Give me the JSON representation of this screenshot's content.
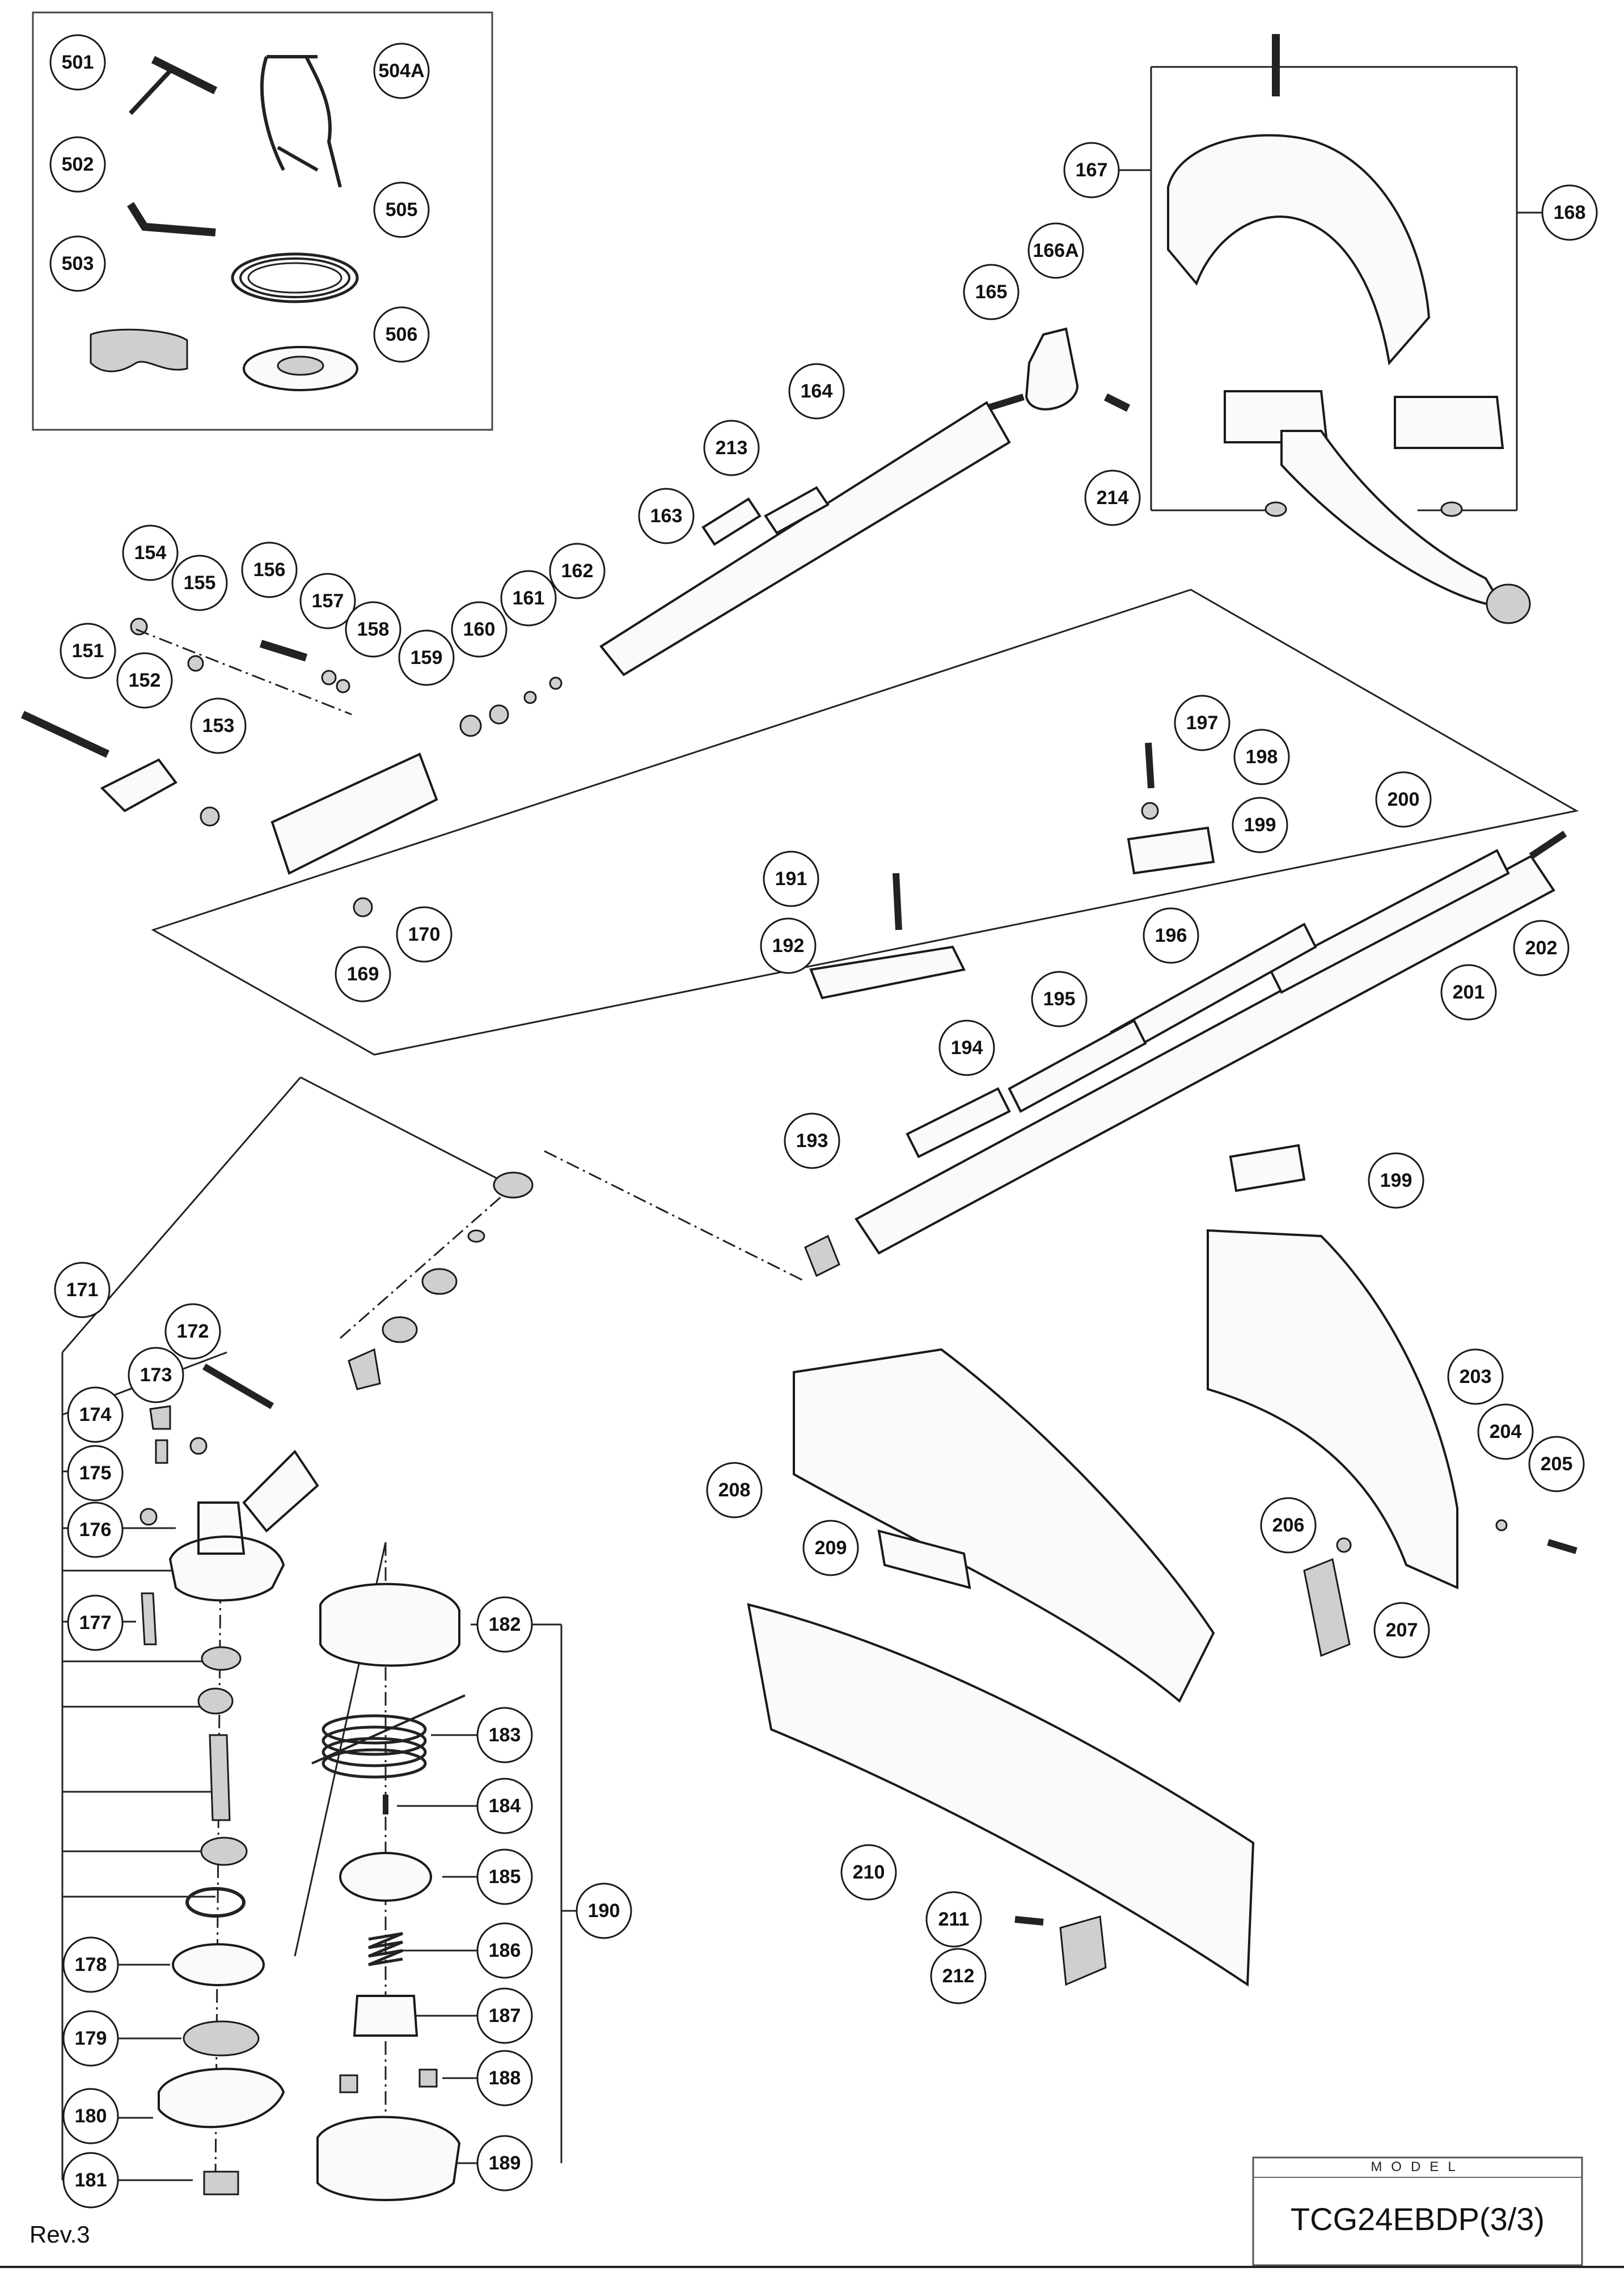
{
  "model": {
    "label": "MODEL",
    "number": "TCG24EBDP(3/3)"
  },
  "revision": "Rev.3",
  "parts": [
    "501",
    "504A",
    "502",
    "505",
    "503",
    "506",
    "167",
    "168",
    "166A",
    "165",
    "164",
    "213",
    "163",
    "214",
    "154",
    "155",
    "156",
    "157",
    "158",
    "162",
    "161",
    "160",
    "159",
    "151",
    "152",
    "153",
    "170",
    "169",
    "197",
    "198",
    "199",
    "200",
    "191",
    "192",
    "196",
    "202",
    "201",
    "195",
    "194",
    "193",
    "199",
    "171",
    "172",
    "173",
    "174",
    "175",
    "176",
    "177",
    "182",
    "183",
    "184",
    "185",
    "186",
    "187",
    "188",
    "189",
    "190",
    "178",
    "179",
    "180",
    "181",
    "208",
    "209",
    "210",
    "211",
    "212",
    "203",
    "204",
    "205",
    "206",
    "207"
  ]
}
